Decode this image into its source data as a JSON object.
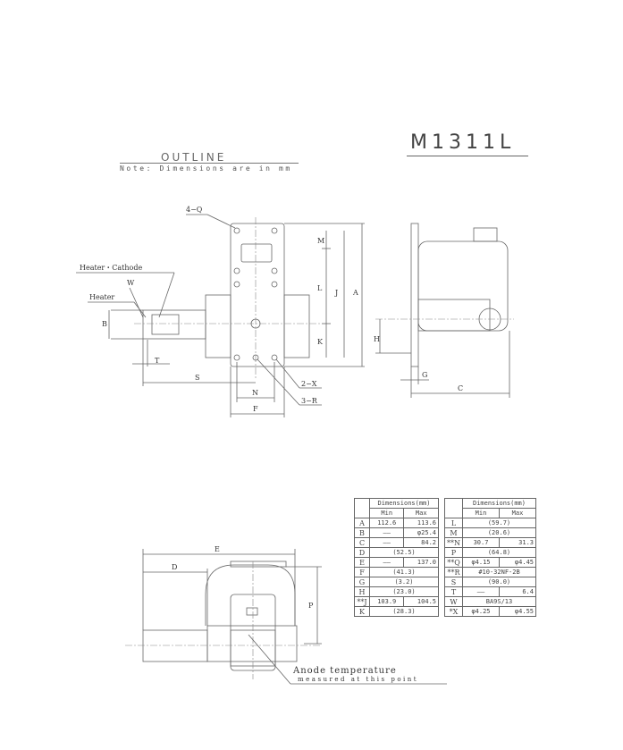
{
  "header": {
    "model": "M1311L",
    "outline_title": "OUTLINE",
    "note": "Note: Dimensions are in mm"
  },
  "labels": {
    "q": "4−Q",
    "heater_cathode": "Heater・Cathode",
    "w": "W",
    "heater": "Heater",
    "b": "B",
    "t": "T",
    "s": "S",
    "n": "N",
    "f": "F",
    "x": "2−X",
    "r": "3−R",
    "m": "M",
    "l": "L",
    "k": "K",
    "j": "J",
    "a": "A",
    "h": "H",
    "g": "G",
    "c": "C",
    "e": "E",
    "d": "D",
    "p": "P",
    "anode1": "Anode temperature",
    "anode2": "measured at this point"
  },
  "table": {
    "header": "Dimensions(mm)",
    "min": "Min",
    "max": "Max",
    "left": [
      {
        "key": "A",
        "min": "112.6",
        "max": "113.6"
      },
      {
        "key": "B",
        "min": "——",
        "max": "φ25.4"
      },
      {
        "key": "C",
        "min": "——",
        "max": "84.2"
      },
      {
        "key": "D",
        "span": "(52.5)"
      },
      {
        "key": "E",
        "min": "——",
        "max": "137.0"
      },
      {
        "key": "F",
        "span": "(41.3)"
      },
      {
        "key": "G",
        "span": "(3.2)"
      },
      {
        "key": "H",
        "span": "(23.0)"
      },
      {
        "key": "**J",
        "min": "103.9",
        "max": "104.5"
      },
      {
        "key": "K",
        "span": "(28.3)"
      }
    ],
    "right": [
      {
        "key": "L",
        "span": "(59.7)"
      },
      {
        "key": "M",
        "span": "(20.6)"
      },
      {
        "key": "**N",
        "min": "30.7",
        "max": "31.3"
      },
      {
        "key": "P",
        "span": "(64.8)"
      },
      {
        "key": "**Q",
        "min": "φ4.15",
        "max": "φ4.45"
      },
      {
        "key": "**R",
        "span": "#10-32NF-2B"
      },
      {
        "key": "S",
        "span": "(90.0)"
      },
      {
        "key": "T",
        "min": "——",
        "max": "6.4"
      },
      {
        "key": "W",
        "span": "BA9S/13"
      },
      {
        "key": "*X",
        "min": "φ4.25",
        "max": "φ4.55"
      }
    ]
  }
}
